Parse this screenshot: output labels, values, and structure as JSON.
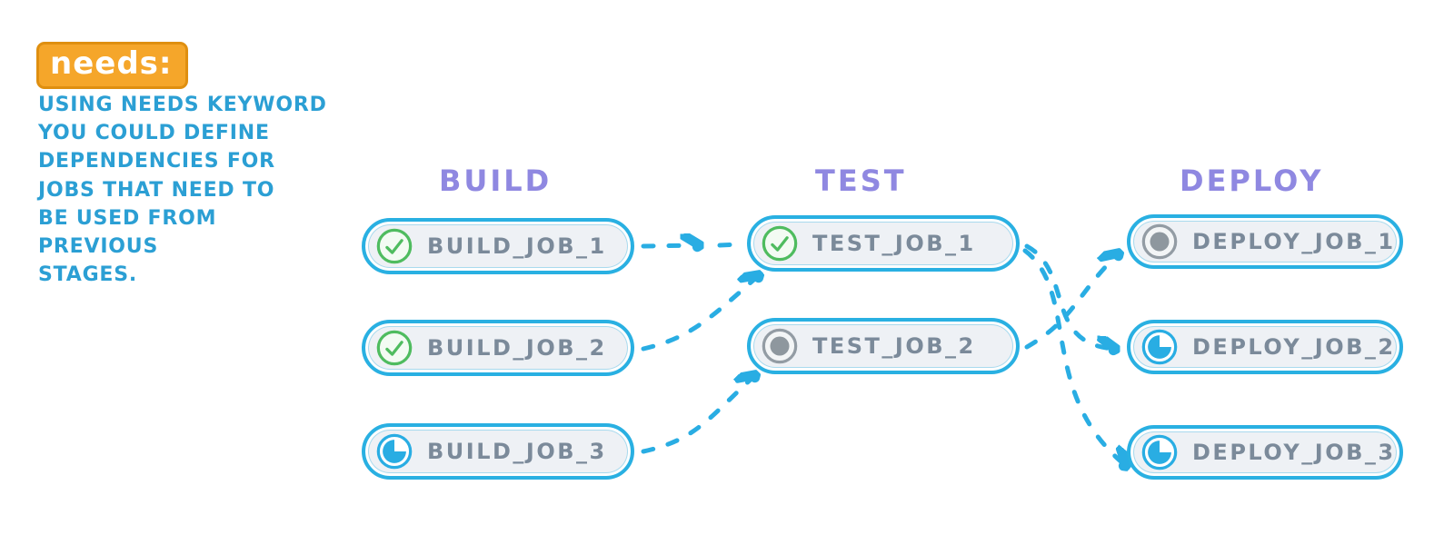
{
  "annotation": {
    "keyword": "needs:",
    "description": "USING NEEDS KEYWORD\nYOU COULD DEFINE\nDEPENDENCIES FOR\nJOBS THAT NEED TO\nBE USED FROM PREVIOUS\nSTAGES."
  },
  "stages": [
    {
      "label": "BUILD",
      "jobs": [
        {
          "name": "BUILD_JOB_1",
          "status": "success",
          "status_icon": "check-circle-icon"
        },
        {
          "name": "BUILD_JOB_2",
          "status": "success",
          "status_icon": "check-circle-icon"
        },
        {
          "name": "BUILD_JOB_3",
          "status": "running",
          "status_icon": "pie-circle-icon"
        }
      ]
    },
    {
      "label": "TEST",
      "jobs": [
        {
          "name": "TEST_JOB_1",
          "status": "success",
          "status_icon": "check-circle-icon"
        },
        {
          "name": "TEST_JOB_2",
          "status": "pending",
          "status_icon": "dot-circle-icon"
        }
      ]
    },
    {
      "label": "DEPLOY",
      "jobs": [
        {
          "name": "DEPLOY_JOB_1",
          "status": "pending",
          "status_icon": "dot-circle-icon"
        },
        {
          "name": "DEPLOY_JOB_2",
          "status": "running",
          "status_icon": "pie-circle-icon"
        },
        {
          "name": "DEPLOY_JOB_3",
          "status": "running",
          "status_icon": "pie-circle-icon"
        }
      ]
    }
  ],
  "edges": [
    {
      "from": "BUILD_JOB_1",
      "to": "TEST_JOB_1"
    },
    {
      "from": "BUILD_JOB_2",
      "to": "TEST_JOB_1"
    },
    {
      "from": "BUILD_JOB_3",
      "to": "TEST_JOB_2"
    },
    {
      "from": "TEST_JOB_1",
      "to": "DEPLOY_JOB_2"
    },
    {
      "from": "TEST_JOB_1",
      "to": "DEPLOY_JOB_3"
    },
    {
      "from": "TEST_JOB_2",
      "to": "DEPLOY_JOB_1"
    }
  ],
  "colors": {
    "arrow": "#29ade3",
    "pill_border": "#29b0e2",
    "pill_fill": "#eef1f5",
    "job_text": "#7b8a9a",
    "stage_header": "#8f88e1",
    "keyword_bg": "#f5a62a",
    "keyword_text": "#ffffff",
    "description_text": "#2b9fd4",
    "status_success": "#4fbc5f",
    "status_pending": "#939ca4",
    "status_running": "#29ade3"
  }
}
